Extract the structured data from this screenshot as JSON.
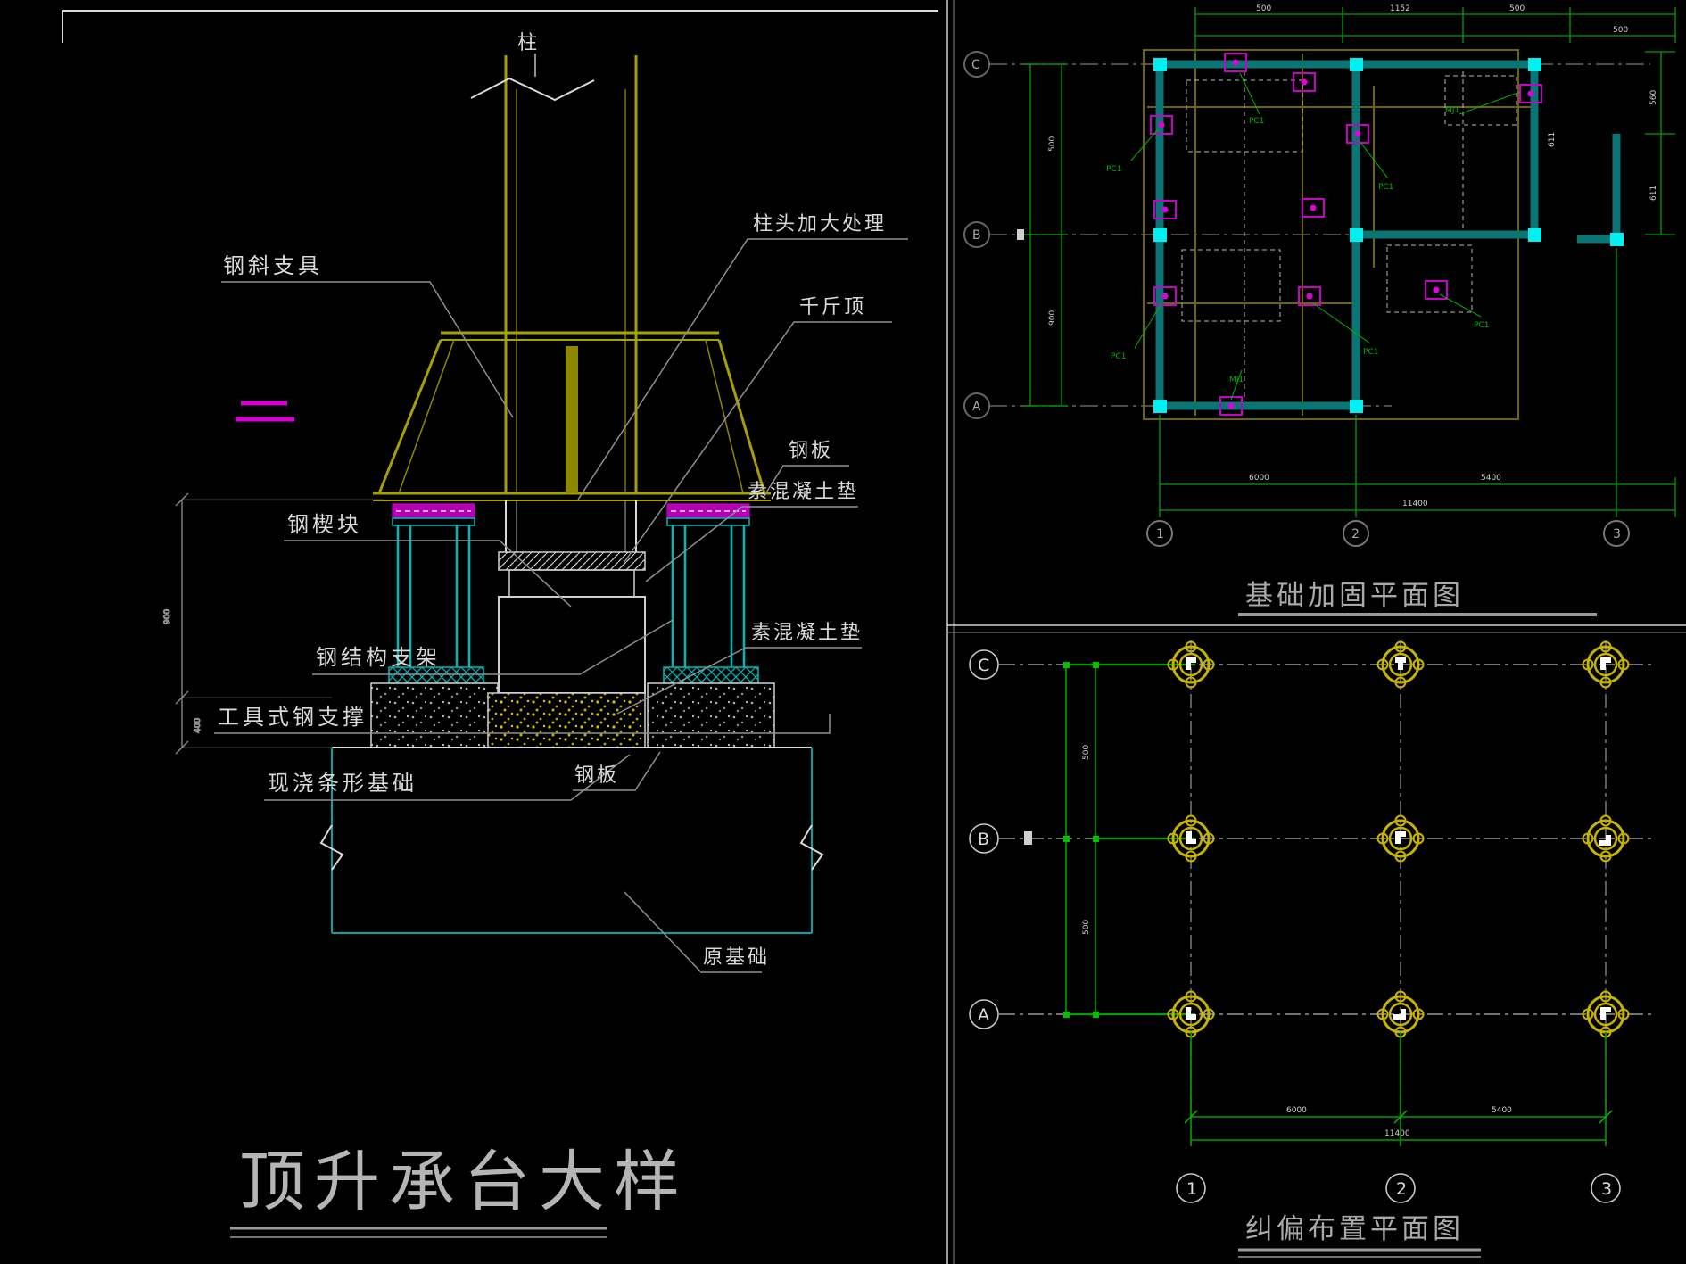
{
  "left_detail": {
    "title": "顶升承台大样",
    "column_label": "柱",
    "labels": {
      "steel_support": "钢斜支具",
      "steel_wedge": "钢楔块",
      "steel_frame": "钢结构支架",
      "tool_support": "工具式钢支撑",
      "strip_foundation": "现浇条形基础",
      "column_head": "柱头加大处理",
      "jack": "千斤顶",
      "steel_plate_upper": "钢板",
      "concrete_pad_upper": "素混凝土垫",
      "concrete_pad_lower": "素混凝土垫",
      "steel_plate_bottom": "钢板",
      "original_foundation": "原基础"
    },
    "dims": {
      "upper": "900",
      "lower": "400"
    }
  },
  "foundation_plan": {
    "title": "基础加固平面图",
    "rows": [
      "C",
      "B",
      "A"
    ],
    "cols": [
      "1",
      "2",
      "3"
    ],
    "anchor_label": "PC1",
    "jack_label": "MJ1",
    "top_dims": [
      "500",
      "1152",
      "500",
      "500"
    ],
    "left_dims": [
      "500",
      "900"
    ],
    "right_dims": [
      "560",
      "611"
    ],
    "bottom_dims": [
      "6000",
      "5400"
    ],
    "bottom_total": "11400",
    "misc_dim": "611"
  },
  "correction_plan": {
    "title": "纠偏布置平面图",
    "rows": [
      "C",
      "B",
      "A"
    ],
    "cols": [
      "1",
      "2",
      "3"
    ],
    "left_dims": [
      "500",
      "500"
    ],
    "bottom_dims": [
      "6000",
      "5400"
    ],
    "bottom_total": "11400"
  },
  "colors": {
    "background": "#000000",
    "line_white": "#d9d9d9",
    "leader_gray": "#8f8f8f",
    "yellow": "#a6a000",
    "olive": "#6f6400",
    "magenta": "#c800c8",
    "teal_wall": "#0b7575",
    "cyan_bright": "#00f0f0",
    "cyan": "#00b8b8",
    "green": "#00a000",
    "jack_yellow": "#c7b400"
  }
}
